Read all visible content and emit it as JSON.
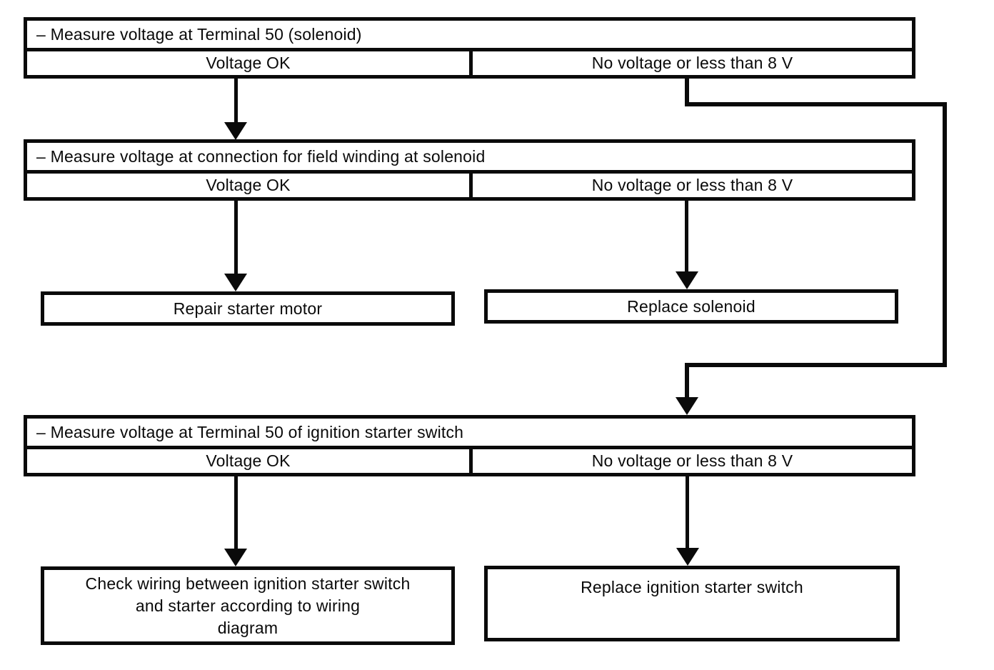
{
  "colors": {
    "ink": "#0a0a0a",
    "background": "#ffffff"
  },
  "flowchart": {
    "steps": [
      {
        "header": "– Measure voltage at Terminal 50 (solenoid)",
        "outcome_left": "Voltage OK",
        "outcome_right": "No voltage or less than 8 V"
      },
      {
        "header": "– Measure voltage at connection for field winding at solenoid",
        "outcome_left": "Voltage OK",
        "outcome_right": "No voltage or less than 8 V"
      },
      {
        "header": "– Measure voltage at Terminal 50 of ignition starter switch",
        "outcome_left": "Voltage OK",
        "outcome_right": "No voltage or less than 8 V"
      }
    ],
    "results": {
      "repair_starter_motor": "Repair starter motor",
      "replace_solenoid": "Replace solenoid",
      "check_wiring_lines": [
        "Check wiring between ignition starter switch",
        "and starter according to wiring",
        "diagram"
      ],
      "replace_ignition_switch": "Replace ignition starter switch"
    }
  }
}
